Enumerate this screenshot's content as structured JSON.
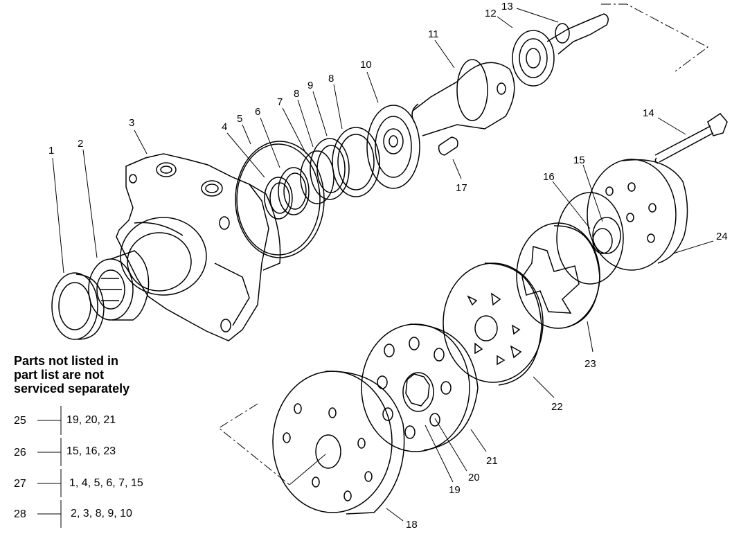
{
  "callouts": [
    "1",
    "2",
    "3",
    "4",
    "5",
    "6",
    "7",
    "8",
    "9",
    "8",
    "10",
    "11",
    "12",
    "13",
    "14",
    "15",
    "16",
    "17",
    "24",
    "23",
    "22",
    "21",
    "20",
    "19",
    "18"
  ],
  "note": {
    "lines": [
      "Parts not listed in",
      "part list are not",
      "serviced separately"
    ]
  },
  "kits": [
    {
      "id": "25",
      "parts": "19, 20, 21"
    },
    {
      "id": "26",
      "parts": "15, 16, 23"
    },
    {
      "id": "27",
      "parts": "1, 4, 5, 6, 7, 15"
    },
    {
      "id": "28",
      "parts": "2, 3, 8, 9, 10"
    }
  ]
}
